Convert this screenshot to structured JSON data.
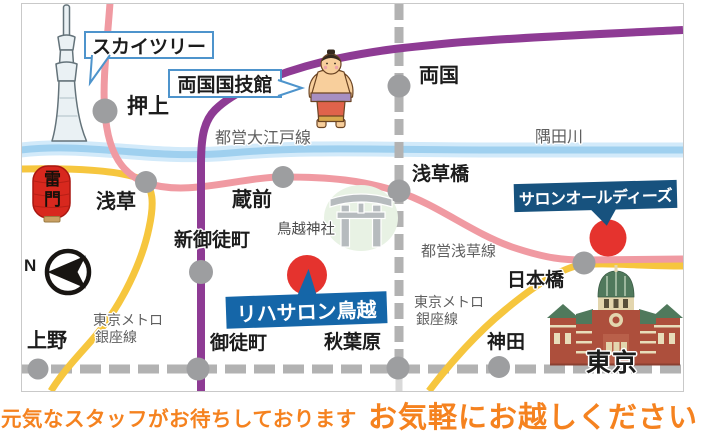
{
  "map_title_context": "salon access map",
  "stations": {
    "oshiage": "押上",
    "asakusa": "浅草",
    "kuramae": "蔵前",
    "ryogoku": "両国",
    "asakusabashi": "浅草橋",
    "shin_okachimachi": "新御徒町",
    "ueno": "上野",
    "okachimachi": "御徒町",
    "akihabara": "秋葉原",
    "kanda": "神田",
    "nihombashi": "日本橋",
    "tokyo": "東京"
  },
  "lines": {
    "oedo": "都営大江戸線",
    "asakusa_line": "都営浅草線",
    "ginza_left_1": "東京メトロ",
    "ginza_left_2": "銀座線",
    "ginza_right_1": "東京メトロ",
    "ginza_right_2": "銀座線"
  },
  "landmarks": {
    "skytree": "スカイツリー",
    "kokugikan": "両国国技館",
    "kaminarimon": "雷門",
    "torikoe_shrine": "鳥越神社",
    "sumida_river": "隅田川"
  },
  "salons": {
    "torikoe": "リハサロン鳥越",
    "oldies": "サロンオールディーズ"
  },
  "compass": {
    "north_label": "N"
  },
  "footer": {
    "left": "元気なスタッフがお待ちしております",
    "right": "お気軽にお越しください"
  },
  "colors": {
    "asakusa_line_pink": "#F09AA2",
    "oedo_line_purple": "#8E3B94",
    "ginza_line_yellow": "#F6C63E",
    "jr_line_gray": "#B2B2B2",
    "river_blue": "#A5D4F0",
    "marker_red": "#E5332E",
    "salon_oldies_box": "#17527E",
    "reha_salon_box": "#1566A8",
    "callout_border_blue": "#4E94CC",
    "footer_orange": "#F5821F"
  }
}
